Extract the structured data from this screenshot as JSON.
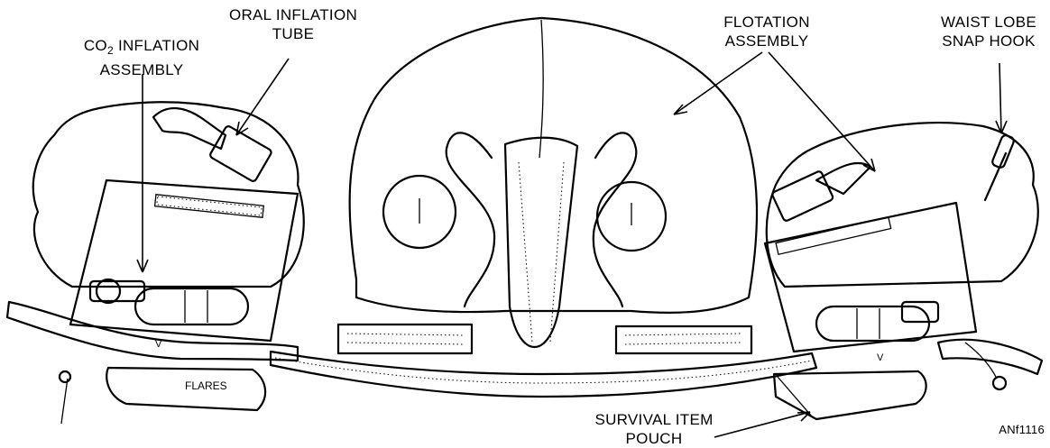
{
  "labels": {
    "co2_inflation_prefix": "CO",
    "co2_inflation_sub": "2",
    "co2_inflation_suffix": " INFLATION",
    "co2_inflation_line2": "ASSEMBLY",
    "oral_line1": "ORAL  INFLATION",
    "oral_line2": "TUBE",
    "flotation_line1": "FLOTATION",
    "flotation_line2": "ASSEMBLY",
    "waist_line1": "WAIST  LOBE",
    "waist_line2": "SNAP  HOOK",
    "survival_line1": "SURVIVAL  ITEM",
    "survival_line2": "POUCH",
    "figure_code": "ANf1116"
  },
  "drawing_text": {
    "flares_tag": "FLARES",
    "marker_v": "V"
  }
}
